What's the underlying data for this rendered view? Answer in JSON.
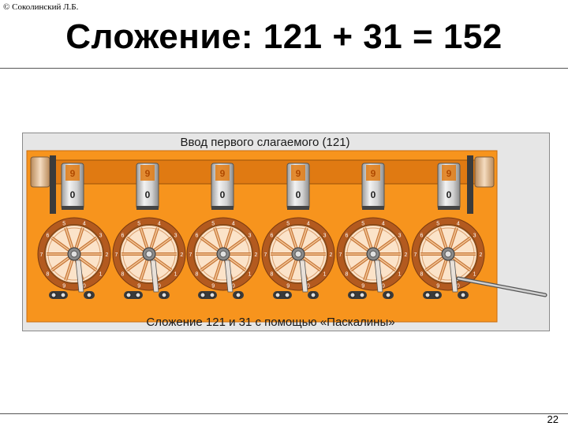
{
  "copyright": "© Соколинский Л.Б.",
  "title": "Сложение: 121 + 31 = 152",
  "page_number": "22",
  "figure": {
    "top_caption": "Ввод первого слагаемого (121)",
    "bottom_caption": "Сложение 121 и 31 с помощью «Паскалины»",
    "windows": [
      {
        "upper": "9",
        "lower": "0"
      },
      {
        "upper": "9",
        "lower": "0"
      },
      {
        "upper": "9",
        "lower": "0"
      },
      {
        "upper": "9",
        "lower": "0"
      },
      {
        "upper": "9",
        "lower": "0"
      },
      {
        "upper": "9",
        "lower": "0"
      }
    ],
    "dial_numbers": [
      "0",
      "1",
      "2",
      "3",
      "4",
      "5",
      "6",
      "7",
      "8",
      "9"
    ],
    "colors": {
      "panel": "#f7941d",
      "bar": "#e07a12",
      "wheel_rim": "#c8641e",
      "wheel_inner": "#b35a1f",
      "cylinder": "#d8d8d8"
    }
  }
}
